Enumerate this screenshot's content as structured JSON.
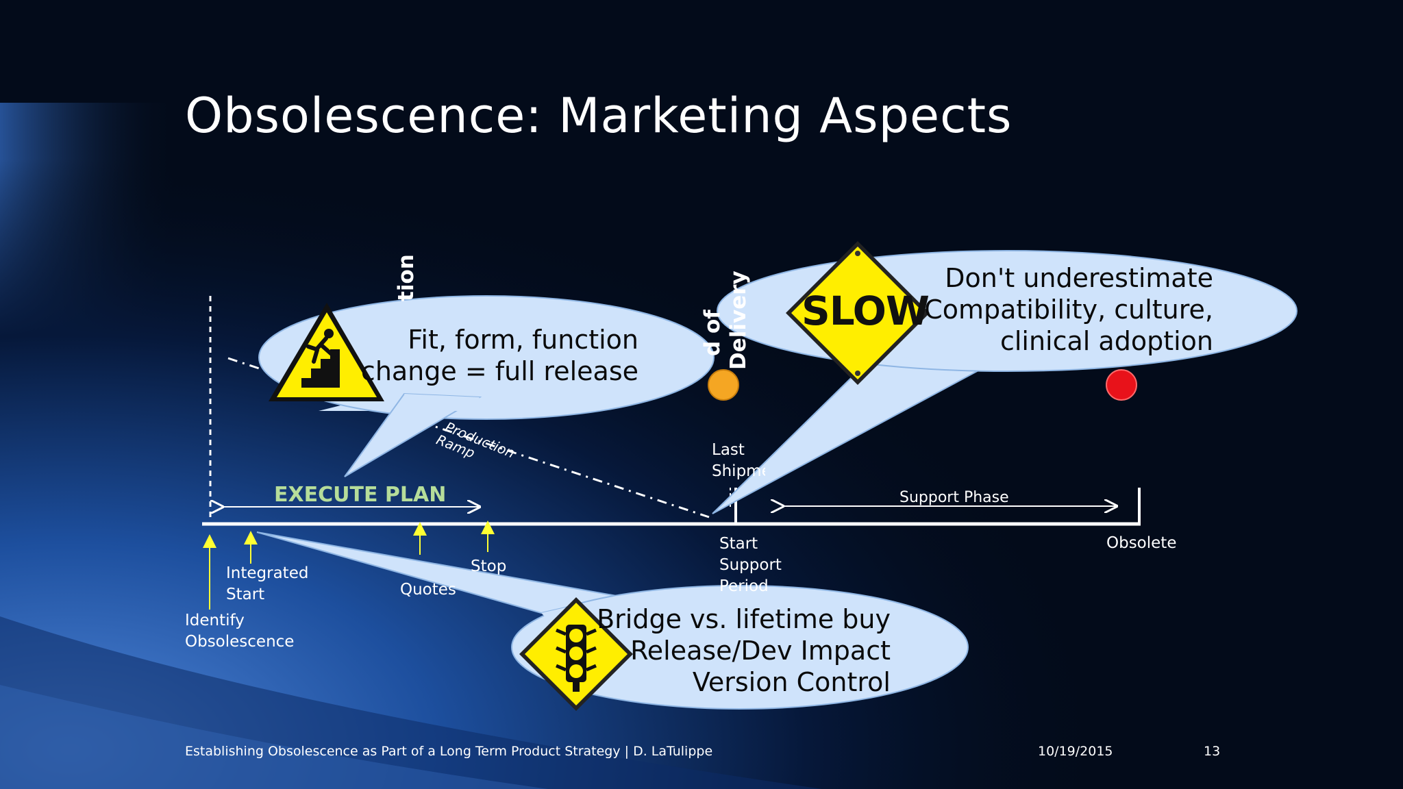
{
  "slide": {
    "title": "Obsolescence: Marketing Aspects",
    "footer": {
      "text": "Establishing Obsolescence as Part of a Long Term Product Strategy | D. LaTulippe",
      "date": "10/19/2015",
      "page_number": "13"
    }
  },
  "timeline": {
    "execute_plan_label": "EXECUTE PLAN",
    "support_phase_label": "Support Phase",
    "production_ramp_label": [
      "Production",
      "Ramp"
    ],
    "partial_vertical_label": "tion",
    "end_of_delivery_label": [
      "d of",
      "Delivery"
    ],
    "milestones": {
      "identify_obsolescence": [
        "Identify",
        "Obsolescence"
      ],
      "integrated_start": [
        "Integrated",
        "Start"
      ],
      "quotes": "Quotes",
      "stop": "Stop",
      "last_shipment": [
        "Last",
        "Shipme"
      ],
      "start_support_period": [
        "Start",
        "Support",
        "Period"
      ],
      "obsolete": "Obsolete"
    },
    "colors": {
      "axis": "#ffffff",
      "marker_arrow": "#ffff33",
      "end_of_delivery_dot": "#f5a623",
      "obsolete_dot": "#e8121a",
      "execute_plan_text": "#b6dd9a"
    }
  },
  "callouts": {
    "fit_form": {
      "lines": [
        "Fit, form, function",
        "change = full release"
      ],
      "icon": "falling-stairs-warning-icon"
    },
    "compatibility": {
      "lines": [
        "Don't underestimate",
        "Compatibility, culture,",
        "clinical adoption"
      ],
      "icon": "slow-sign-icon",
      "sign_text": "SLOW"
    },
    "bridge": {
      "lines": [
        "Bridge vs. lifetime buy",
        "Release/Dev Impact",
        "Version Control"
      ],
      "icon": "traffic-light-sign-icon"
    },
    "bubble_color": "#cfe3fb",
    "sign_color": "#ffee00"
  }
}
